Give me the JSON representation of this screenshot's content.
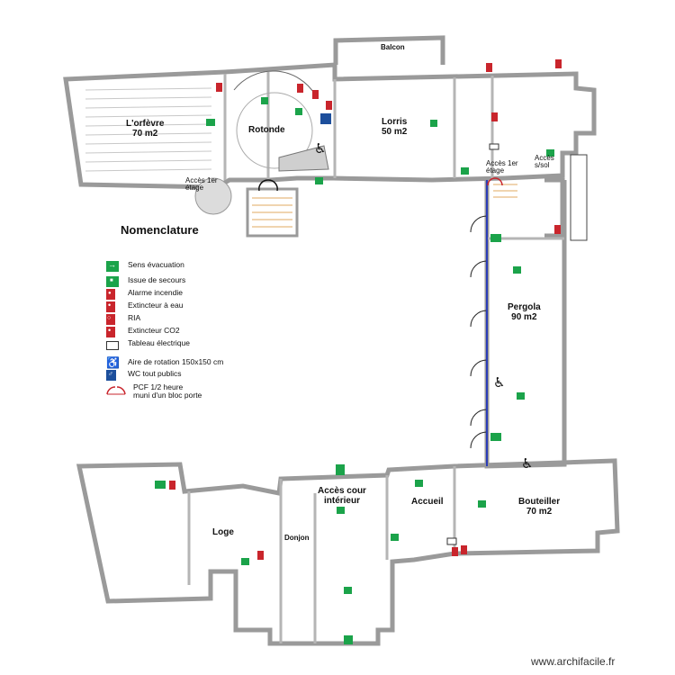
{
  "rooms": {
    "orfevre": {
      "name": "L'orfèvre",
      "area": "70 m2"
    },
    "rotonde": {
      "name": "Rotonde"
    },
    "lorris": {
      "name": "Lorris",
      "area": "50 m2"
    },
    "balcon": {
      "name": "Balcon"
    },
    "pergola": {
      "name": "Pergola",
      "area": "90 m2"
    },
    "bouteiller": {
      "name": "Bouteiller",
      "area": "70 m2"
    },
    "accueil": {
      "name": "Accueil"
    },
    "loge": {
      "name": "Loge"
    },
    "donjon": {
      "name": "Donjon"
    },
    "cour": {
      "name": "Accès cour intérieur"
    }
  },
  "access": {
    "acces_1er_left": "Accès 1er étage",
    "acces_1er_right": "Accès 1er étage",
    "acces_ssol": "Accès s/sol"
  },
  "legend": {
    "title": "Nomenclature",
    "items": [
      {
        "icon": "exit-arrow-icon",
        "label": "Sens évacuation"
      },
      {
        "icon": "emergency-exit-icon",
        "label": "Issue de secours"
      },
      {
        "icon": "fire-alarm-icon",
        "label": "Alarme incendie"
      },
      {
        "icon": "water-extinguisher-icon",
        "label": "Extincteur à eau"
      },
      {
        "icon": "ria-icon",
        "label": "RIA"
      },
      {
        "icon": "co2-extinguisher-icon",
        "label": "Extincteur CO2"
      },
      {
        "icon": "electrical-panel-icon",
        "label": "Tableau électrique"
      },
      {
        "icon": "wheelchair-icon",
        "label": "Aire de rotation 150x150 cm"
      },
      {
        "icon": "wc-icon",
        "label": "WC tout publics"
      },
      {
        "icon": "fire-door-icon",
        "label": "PCF 1/2 heure",
        "label2": "muni d'un bloc porte"
      }
    ]
  },
  "watermark": "www.archifacile.fr",
  "colors": {
    "exit": "#1ba34a",
    "fire": "#c9252c",
    "wc": "#1d4f9c",
    "wall": "#a8a8a8"
  }
}
